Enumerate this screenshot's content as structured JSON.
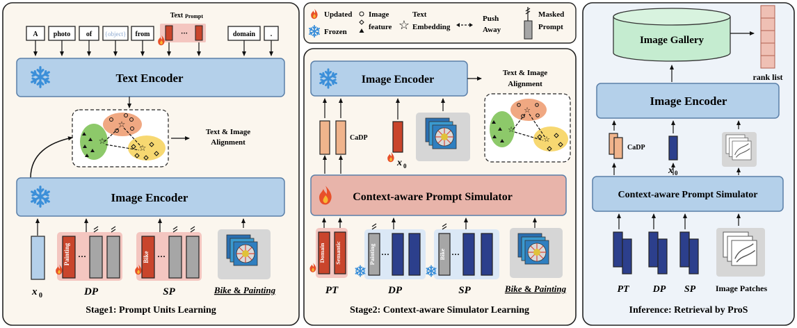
{
  "legend": {
    "updated": "Updated",
    "frozen": "Frozen",
    "image_feature_line1": "Image",
    "image_feature_line2": "feature",
    "text_embedding_line1": "Text",
    "text_embedding_line2": "Embedding",
    "push_away_line1": "Push",
    "push_away_line2": "Away",
    "masked_prompt_line1": "Masked",
    "masked_prompt_line2": "Prompt"
  },
  "stage1": {
    "title": "Stage1: Prompt Units Learning",
    "tokens": [
      "A",
      "photo",
      "of",
      "{object}",
      "from",
      "domain",
      "."
    ],
    "text_prompt_label_a": "Text",
    "text_prompt_label_b": "Prompt",
    "text_encoder": "Text Encoder",
    "image_encoder": "Image Encoder",
    "alignment_line1": "Text & Image",
    "alignment_line2": "Alignment",
    "x0": "x",
    "x0_sub": "0",
    "dp": "DP",
    "sp": "SP",
    "painting": "Painting",
    "bike": "Bike",
    "dots": "···",
    "caption_bike": "Bike",
    "caption_amp": " & ",
    "caption_painting": "Painting"
  },
  "stage2": {
    "title": "Stage2: Context-aware Simulator Learning",
    "image_encoder": "Image Encoder",
    "alignment_line1": "Text & Image",
    "alignment_line2": "Alignment",
    "cadp": "CaDP",
    "x0": "x",
    "x0_sub": "0",
    "simulator": "Context-aware Prompt Simulator",
    "domain": "Domain",
    "semantic": "Semantic",
    "painting": "Painting",
    "bike": "Bike",
    "dots": "···",
    "pt": "PT",
    "dp": "DP",
    "sp": "SP",
    "caption_bike": "Bike",
    "caption_amp": " & ",
    "caption_painting": "Painting"
  },
  "inference": {
    "title": "Inference: Retrieval by ProS",
    "gallery": "Image Gallery",
    "rank_list": "rank list",
    "image_encoder": "Image  Encoder",
    "cadp": "CaDP",
    "x0": "x",
    "x0_sub": "0",
    "simulator": "Context-aware Prompt Simulator",
    "pt": "PT",
    "dp": "DP",
    "sp": "SP",
    "patches": "Image Patches"
  },
  "colors": {
    "encoder_fill": "#b4d0ea",
    "encoder_stroke": "#5a7fa8",
    "simulator_fill": "#e8b4aa",
    "prompt_red": "#c9452c",
    "prompt_orange": "#f0b48c",
    "prompt_gray": "#a6a6a6",
    "prompt_navy": "#2c3f8c",
    "panel_bg": "#fbf6ee",
    "inference_bg": "#eef3f9",
    "gallery_fill": "#c5ecd0",
    "snow": "#3b8fd9"
  }
}
